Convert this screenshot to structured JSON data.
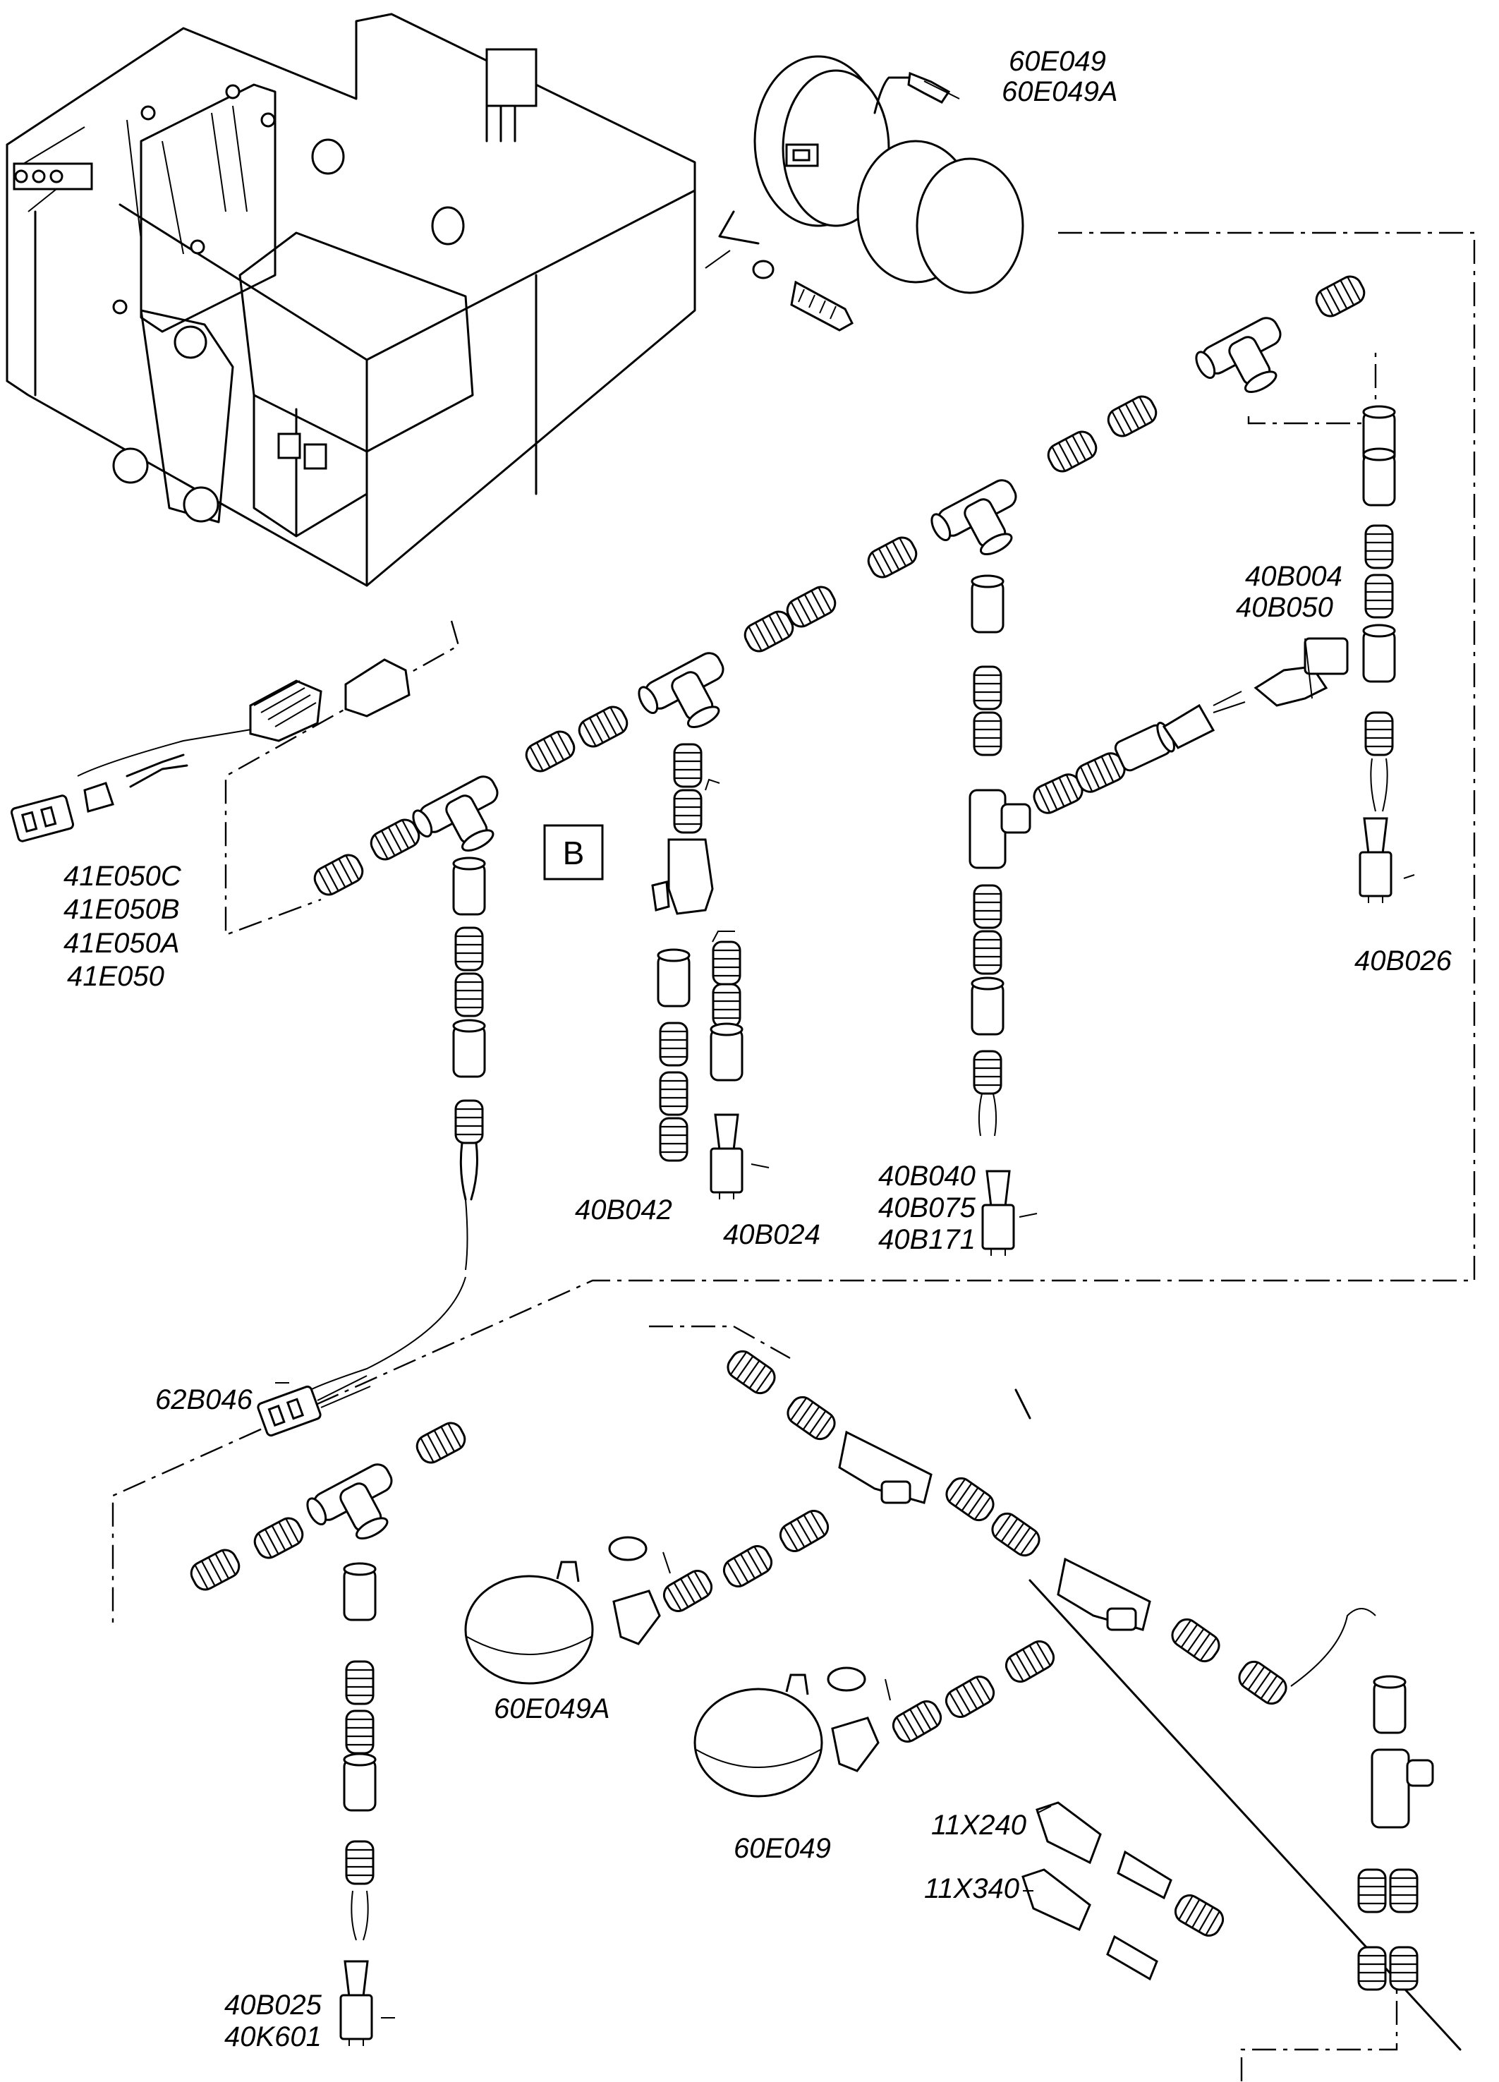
{
  "labels": {
    "horn_codes": [
      "60E049",
      "60E049A"
    ],
    "sensor_top_codes": [
      "40B004",
      "40B050"
    ],
    "lamp_codes": [
      "41E050C",
      "41E050B",
      "41E050A",
      "41E050"
    ],
    "sensor_026": "40B026",
    "section": "B",
    "sensor_042": "40B042",
    "sensor_024": "40B024",
    "sensor_040_codes": [
      "40B040",
      "40B075",
      "40B171"
    ],
    "sensor_062": "62B046",
    "horn_a": "60E049A",
    "horn_b": "60E049",
    "plug_240": "11X240",
    "plug_340": "11X340",
    "bottom_codes": [
      "40B025",
      "40K601"
    ]
  }
}
